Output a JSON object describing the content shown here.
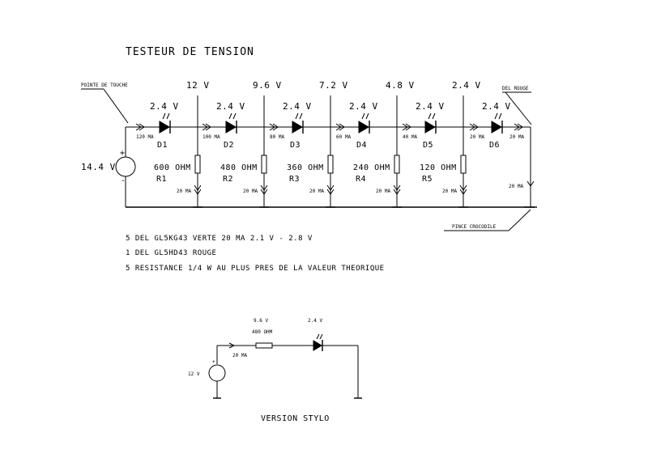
{
  "title": "TESTEUR DE TENSION",
  "labels": {
    "probe": "POINTE DE TOUCHE",
    "red_led": "DEL ROUGE",
    "clip": "PINCE CROCODILE",
    "source": "14.4 V",
    "plus": "+",
    "minus": "-",
    "last_current": "20 MA"
  },
  "stages": [
    {
      "node_v": "12 V",
      "led_v": "2.4 V",
      "led": "D1",
      "res": "600 OHM",
      "rname": "R1",
      "in_i": "120 MA",
      "out_i": "20 MA"
    },
    {
      "node_v": "9.6 V",
      "led_v": "2.4 V",
      "led": "D2",
      "res": "480 OHM",
      "rname": "R2",
      "in_i": "100 MA",
      "out_i": "20 MA"
    },
    {
      "node_v": "7.2 V",
      "led_v": "2.4 V",
      "led": "D3",
      "res": "360 OHM",
      "rname": "R3",
      "in_i": "80 MA",
      "out_i": "20 MA"
    },
    {
      "node_v": "4.8 V",
      "led_v": "2.4 V",
      "led": "D4",
      "res": "240 OHM",
      "rname": "R4",
      "in_i": "60 MA",
      "out_i": "20 MA"
    },
    {
      "node_v": "2.4 V",
      "led_v": "2.4 V",
      "led": "D5",
      "res": "120 OHM",
      "rname": "R5",
      "in_i": "40 MA",
      "out_i": "20 MA"
    },
    {
      "node_v": "",
      "led_v": "2.4 V",
      "led": "D6",
      "res": "",
      "rname": "",
      "in_i": "20 MA",
      "out_i": ""
    }
  ],
  "notes": [
    "5 DEL GL5KG43 VERTE 20 MA 2.1 V - 2.8 V",
    "1 DEL GL5HD43 ROUGE",
    "5 RESISTANCE 1/4 W AU PLUS PRES DE LA VALEUR THEORIQUE"
  ],
  "stylo": {
    "source": "12 V",
    "plus": "+",
    "res_v": "9.6 V",
    "res": "480 OHM",
    "led_v": "2.4 V",
    "current": "20 MA",
    "caption": "VERSION STYLO"
  }
}
